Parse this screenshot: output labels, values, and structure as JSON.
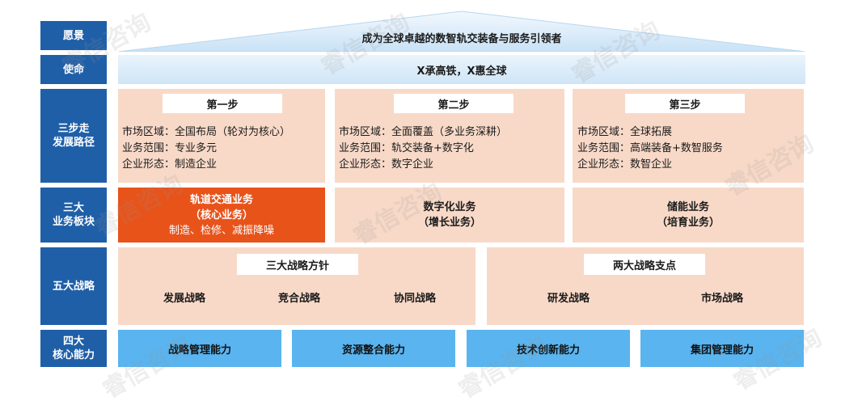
{
  "labels": {
    "vision": "愿景",
    "mission": "使命",
    "path": [
      "三步走",
      "发展路径"
    ],
    "business": [
      "三大",
      "业务板块"
    ],
    "strategy": "五大战略",
    "capability": [
      "四大",
      "核心能力"
    ]
  },
  "vision_text": "成为全球卓越的数智轨交装备与服务引领者",
  "mission_text": "X承高铁，X惠全球",
  "steps": [
    {
      "title": "第一步",
      "lines": [
        "市场区域：全国布局（轮对为核心）",
        "业务范围：专业多元",
        "企业形态：制造企业"
      ]
    },
    {
      "title": "第二步",
      "lines": [
        "市场区域：全面覆盖（多业务深耕）",
        "业务范围：轨交装备+数字化",
        "企业形态：数字企业"
      ]
    },
    {
      "title": "第三步",
      "lines": [
        "市场区域：全球拓展",
        "业务范围：高端装备+数智服务",
        "企业形态：数智企业"
      ]
    }
  ],
  "businesses": [
    {
      "name": "轨道交通业务",
      "sub": "（核心业务）",
      "detail": "制造、检修、减振降噪"
    },
    {
      "name": "数字化业务",
      "sub": "（增长业务）"
    },
    {
      "name": "储能业务",
      "sub": "（培育业务）"
    }
  ],
  "strategies": {
    "left_title": "三大战略方针",
    "left_items": [
      "发展战略",
      "竞合战略",
      "协同战略"
    ],
    "right_title": "两大战略支点",
    "right_items": [
      "研发战略",
      "市场战略"
    ]
  },
  "capabilities": [
    "战略管理能力",
    "资源整合能力",
    "技术创新能力",
    "集团管理能力"
  ],
  "watermark": "睿信咨询",
  "colors": {
    "label_blue": "#1f5fa8",
    "peach": "#f8d9c8",
    "highlight": "#e8531a",
    "light_blue": "#5ab4ef",
    "mission_blue": "#d4e8f8"
  }
}
